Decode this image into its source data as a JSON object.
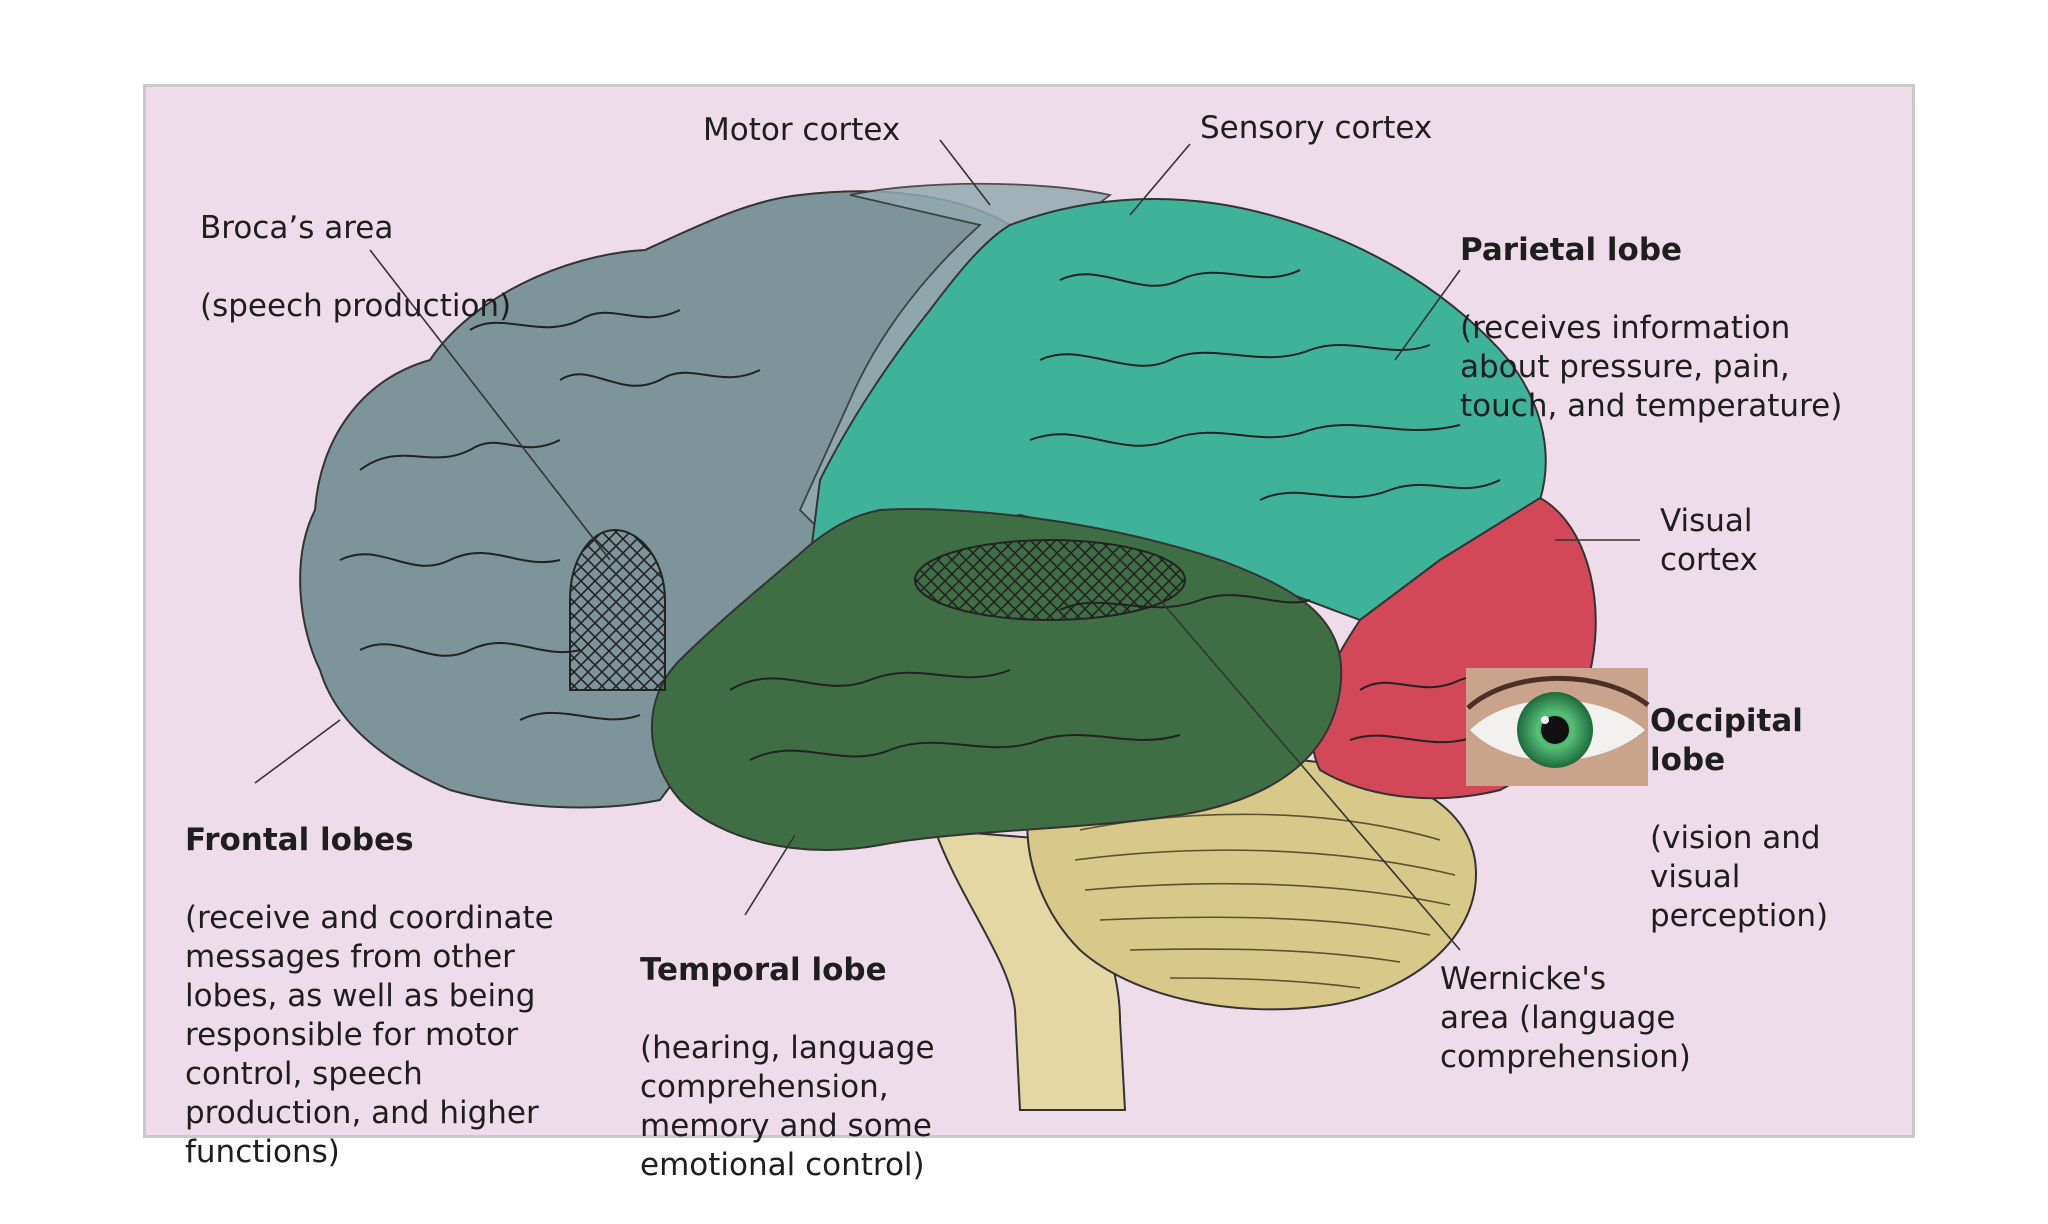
{
  "labels": {
    "motor_cortex": "Motor cortex",
    "sensory_cortex": "Sensory cortex",
    "brocas_area": {
      "title": "Broca’s area",
      "desc": "(speech production)"
    },
    "parietal_lobe": {
      "title": "Parietal lobe",
      "desc": "(receives information\nabout pressure, pain,\ntouch, and temperature)"
    },
    "visual_cortex": "Visual\ncortex",
    "occipital_lobe": {
      "title": "Occipital\nlobe",
      "desc": "(vision and\nvisual\nperception)"
    },
    "frontal_lobes": {
      "title": "Frontal lobes",
      "desc": "(receive and coordinate\nmessages from other\nlobes, as well as being\nresponsible for motor\ncontrol, speech\nproduction, and higher\nfunctions)"
    },
    "temporal_lobe": {
      "title": "Temporal lobe",
      "desc": "(hearing, language\ncomprehension,\nmemory and some\nemotional control)"
    },
    "wernickes_area": "Wernicke's\narea (language\ncomprehension)"
  },
  "colors": {
    "background": "#efdcea",
    "frontal": "#7e949b",
    "parietal": "#3fb39a",
    "temporal": "#3f6e45",
    "occipital": "#d24858",
    "cerebellum": "#d8c98a",
    "brainstem": "#e4d7a4",
    "eye_iris": "#3aa35a"
  }
}
